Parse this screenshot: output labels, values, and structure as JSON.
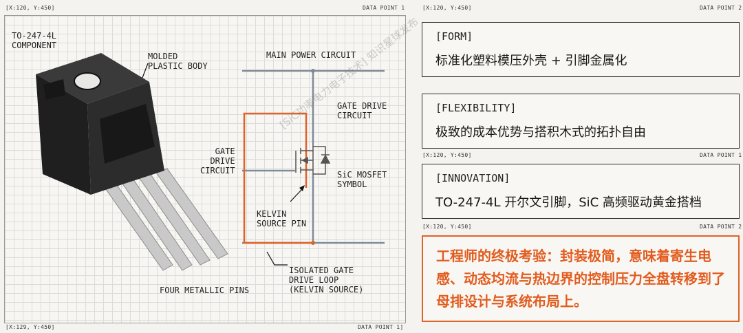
{
  "left": {
    "coord_top": "[X:120, Y:450]",
    "dp_top": "DATA POINT 1",
    "coord_bottom": "[X:129, Y:450]",
    "dp_bottom": "DATA POINT 1]",
    "component": [
      "TO-247-4L",
      "COMPONENT"
    ],
    "molded": [
      "MOLDED",
      "PLASTIC BODY"
    ],
    "main_power": "MAIN POWER CIRCUIT",
    "gate_drive_right": [
      "GATE DRIVE",
      "CIRCUIT"
    ],
    "gate_drive_left": [
      "GATE",
      "DRIVE",
      "CIRCUIT"
    ],
    "sic_symbol": [
      "SiC MOSFET",
      "SYMBOL"
    ],
    "kelvin": [
      "KELVIN",
      "SOURCE PIN"
    ],
    "isolated": [
      "ISOLATED GATE",
      "DRIVE LOOP",
      "(KELVIN SOURCE)"
    ],
    "pins": "FOUR METALLIC PINS"
  },
  "right": {
    "coord_1": "[X:120, Y:450]",
    "dp_1": "DATA POINT 2",
    "form_tag": "[FORM]",
    "form_text": "标准化塑料模压外壳 + 引脚金属化",
    "flex_tag": "[FLEXIBILITY]",
    "flex_text": "极致的成本优势与搭积木式的拓扑自由",
    "coord_2": "[X:120, Y:450]",
    "dp_2": "DATA POINT 1",
    "innov_tag": "[INNOVATION]",
    "innov_text": "TO-247-4L 开尔文引脚，SiC 高频驱动黄金搭档",
    "coord_3": "[X:120, Y:450]",
    "dp_3": "DATA POINT 2",
    "callout": "工程师的终极考验：封装极简，意味着寄生电感、动态均流与热边界的控制压力全盘转移到了母排设计与系统布局上。"
  },
  "watermark": "[SiC功率电力电子技术] 知识星球发布",
  "colors": {
    "accent": "#e0632a",
    "wire": "#7f8b99",
    "body": "#2a2a2a"
  }
}
